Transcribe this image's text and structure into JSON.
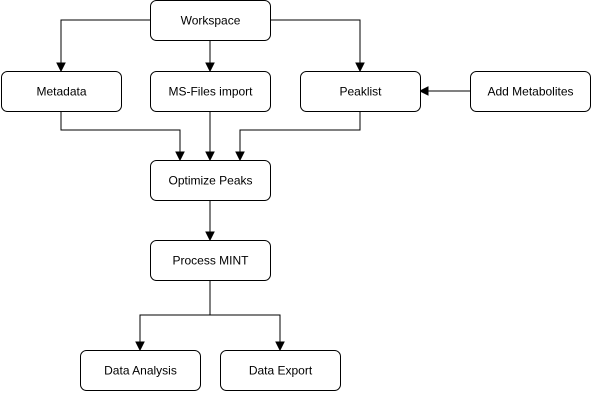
{
  "diagram": {
    "nodes": {
      "workspace": {
        "label": "Workspace"
      },
      "metadata": {
        "label": "Metadata"
      },
      "ms_files_import": {
        "label": "MS-Files import"
      },
      "peaklist": {
        "label": "Peaklist"
      },
      "add_metabolites": {
        "label": "Add Metabolites"
      },
      "optimize_peaks": {
        "label": "Optimize Peaks"
      },
      "process_mint": {
        "label": "Process MINT"
      },
      "data_analysis": {
        "label": "Data Analysis"
      },
      "data_export": {
        "label": "Data Export"
      }
    },
    "edges": [
      {
        "from": "workspace",
        "to": "metadata"
      },
      {
        "from": "workspace",
        "to": "ms_files_import"
      },
      {
        "from": "workspace",
        "to": "peaklist"
      },
      {
        "from": "add_metabolites",
        "to": "peaklist"
      },
      {
        "from": "metadata",
        "to": "optimize_peaks"
      },
      {
        "from": "ms_files_import",
        "to": "optimize_peaks"
      },
      {
        "from": "peaklist",
        "to": "optimize_peaks"
      },
      {
        "from": "optimize_peaks",
        "to": "process_mint"
      },
      {
        "from": "process_mint",
        "to": "data_analysis"
      },
      {
        "from": "process_mint",
        "to": "data_export"
      }
    ]
  }
}
